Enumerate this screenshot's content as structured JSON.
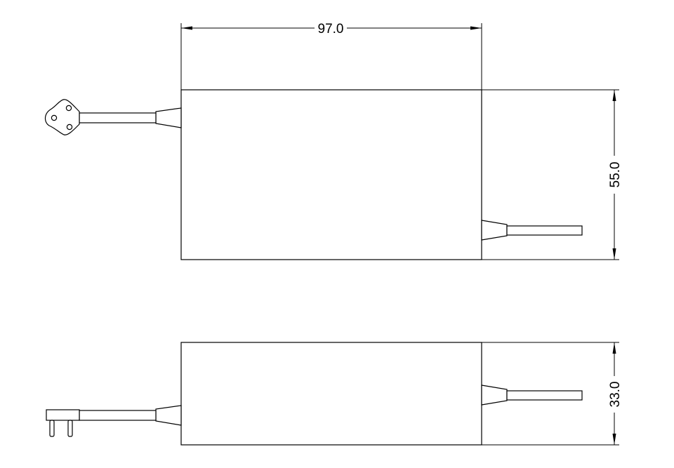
{
  "dimensions": {
    "length": "97.0",
    "width": "55.0",
    "height": "33.0"
  }
}
